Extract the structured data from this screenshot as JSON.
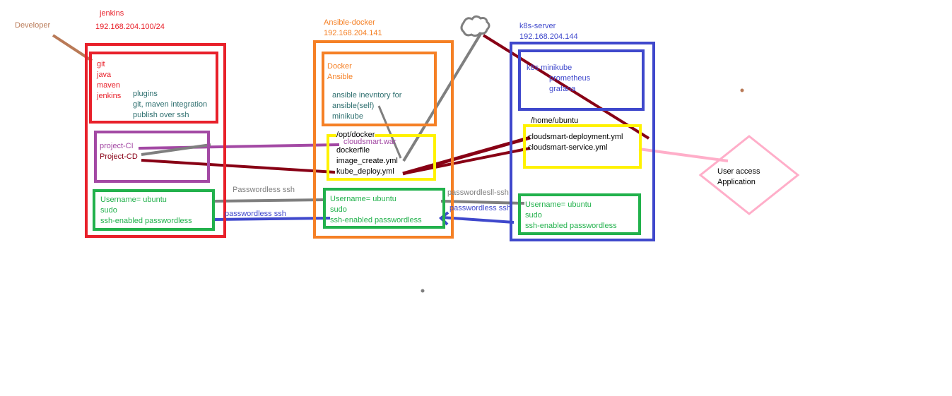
{
  "colors": {
    "red": "#e8202a",
    "orange": "#f58025",
    "blue": "#3f48cc",
    "purple": "#a349a4",
    "green": "#22b14c",
    "yellow": "#fff200",
    "teal": "#2e6f6f",
    "darkred": "#880015",
    "gray": "#7f7f7f",
    "pink": "#ffaec9",
    "brown": "#b97a57"
  },
  "developer": {
    "label": "Developer"
  },
  "jenkins": {
    "name": "jenkins",
    "ip": "192.168.204.100/24",
    "tools": [
      "git",
      "java",
      "maven",
      "jenkins"
    ],
    "plugins_title": "plugins",
    "plugins": [
      "git, maven integration",
      "publish over ssh"
    ],
    "projects": [
      "project-CI",
      "Project-CD"
    ],
    "user": [
      "Username= ubuntu",
      "sudo",
      "ssh-enabled passwordless"
    ]
  },
  "ansible": {
    "name": "Ansible-docker",
    "ip": "192.168.204.141",
    "tools": [
      "Docker",
      "Ansible"
    ],
    "inventory": [
      "ansible inevntory for",
      "ansible(self)",
      "minikube"
    ],
    "dir": "/opt/docker",
    "artifact": "cloudsmart.war",
    "files": [
      "dockerfile",
      "image_create.yml",
      "kube_deploy.yml"
    ],
    "user": [
      "Username= ubuntu",
      "sudo",
      "ssh-enabled passwordless"
    ]
  },
  "k8s": {
    "name": "k8s-server",
    "ip": "192.168.204.144",
    "apps": [
      "k8s minikube",
      "prometheus",
      "grafana"
    ],
    "dir": "/home/ubuntu",
    "files": [
      "cloudsmart-deployment.yml",
      "cloudsmart-service.yml"
    ],
    "user": [
      "Username= ubuntu",
      "sudo",
      "ssh-enabled passwordless"
    ]
  },
  "links": {
    "jenkins_ansible_gray": "Passwordless ssh",
    "jenkins_ansible_blue": "passwordless ssh",
    "ansible_k8s_gray": "passwordlesll-ssh",
    "ansible_k8s_blue": "passwordless ssh"
  },
  "user_access": [
    "User access",
    "Application"
  ]
}
